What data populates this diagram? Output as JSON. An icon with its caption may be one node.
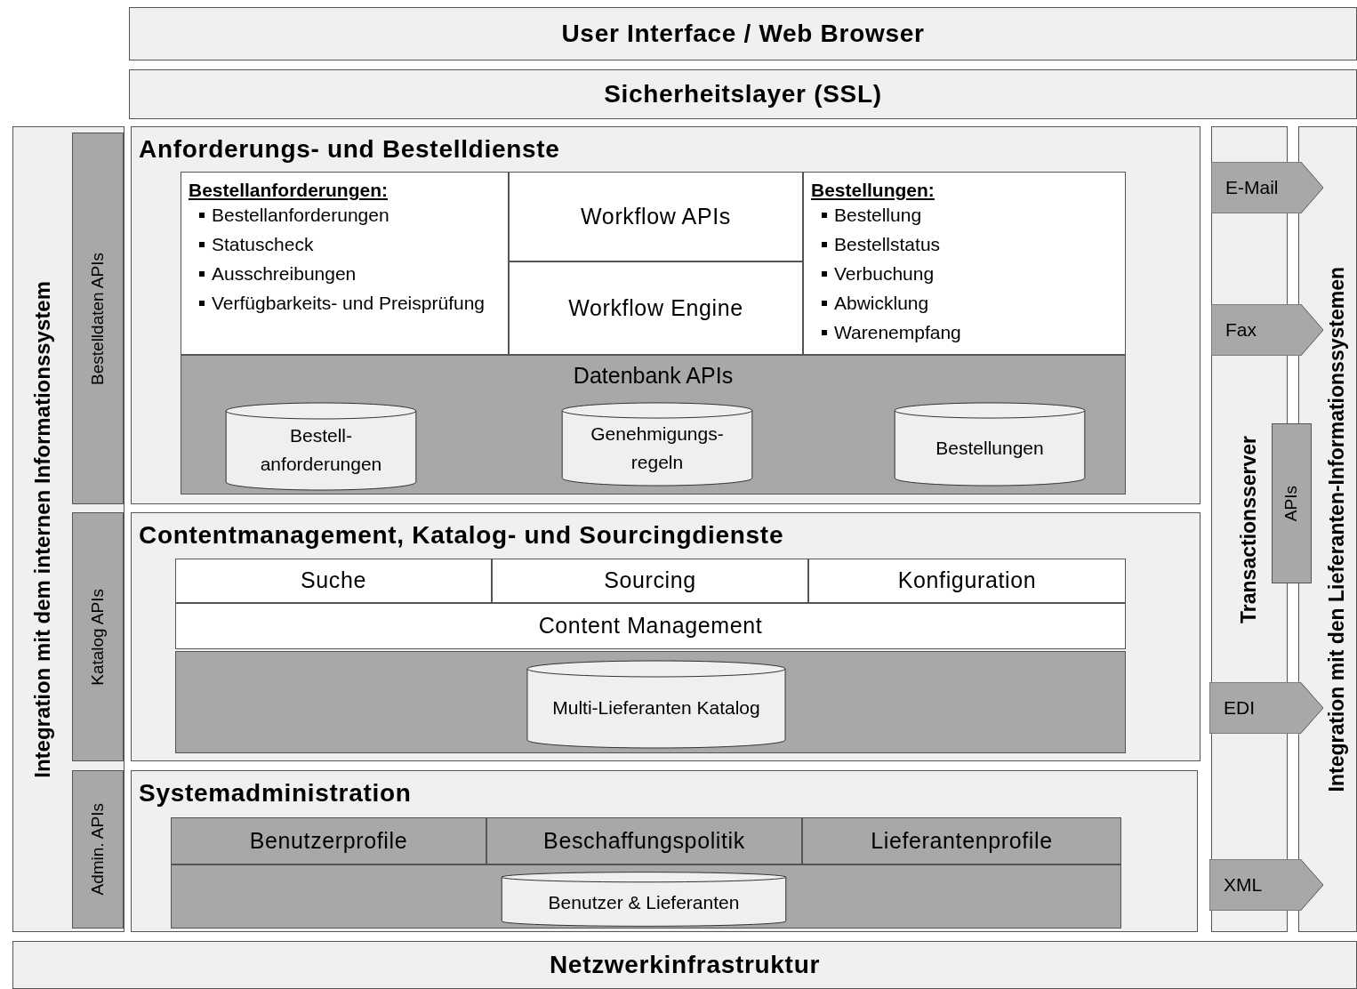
{
  "diagram": {
    "nodes": [
      {
        "text": [
          "User Interface / Web Browser"
        ]
      },
      {
        "text": [
          "Sicherheitslayer (SSL)"
        ]
      },
      {
        "text": [
          "Integration mit dem internen Informationssystem"
        ]
      },
      {
        "text": [
          "Bestelldaten APIs"
        ],
        "in": 2
      },
      {
        "text": [
          "Katalog APIs"
        ],
        "in": 2
      },
      {
        "text": [
          "Admin. APIs"
        ],
        "in": 2
      },
      {
        "text": [
          "Anforderungs- und Bestelldienste"
        ]
      },
      {
        "text": [
          "Bestellanforderungen:",
          "Bestellanforderungen",
          "Statuscheck",
          "Ausschreibungen",
          "Verfügbarkeits- und Preisprüfung"
        ],
        "in": 6
      },
      {
        "text": [
          "Workflow APIs"
        ],
        "in": 6
      },
      {
        "text": [
          "Workflow Engine"
        ],
        "in": 6
      },
      {
        "text": [
          "Bestellungen:",
          "Bestellung",
          "Bestellstatus",
          "Verbuchung",
          "Abwicklung",
          "Warenempfang"
        ],
        "in": 6
      },
      {
        "text": [
          "Datenbank APIs"
        ],
        "in": 6
      },
      {
        "text": [
          "Bestell- anforderungen"
        ],
        "in": 11
      },
      {
        "text": [
          "Genehmigungs- regeln"
        ],
        "in": 11
      },
      {
        "text": [
          "Bestellungen"
        ],
        "in": 11
      },
      {
        "text": [
          "Contentmanagement, Katalog- und Sourcingdienste"
        ]
      },
      {
        "text": [
          "Suche"
        ],
        "in": 15
      },
      {
        "text": [
          "Sourcing"
        ],
        "in": 15
      },
      {
        "text": [
          "Konfiguration"
        ],
        "in": 15
      },
      {
        "text": [
          "Content Management"
        ],
        "in": 15
      },
      {
        "text": [],
        "shape": "box",
        "in": 15
      },
      {
        "text": [
          "Multi-Lieferanten Katalog"
        ],
        "in": 20
      },
      {
        "text": [
          "Systemadministration"
        ]
      },
      {
        "text": [
          "Benutzerprofile"
        ],
        "in": 22
      },
      {
        "text": [
          "Beschaffungspolitik"
        ],
        "in": 22
      },
      {
        "text": [
          "Lieferantenprofile"
        ],
        "in": 22
      },
      {
        "text": [],
        "shape": "box",
        "in": 22
      },
      {
        "text": [
          "Benutzer & Lieferanten"
        ],
        "in": 26
      },
      {
        "text": [
          "Transactionsserver"
        ]
      },
      {
        "text": [
          "Integration mit den Lieferanten-Informationssystemen"
        ]
      },
      {
        "text": [
          "APIs"
        ]
      },
      {
        "text": [
          "E-Mail"
        ]
      },
      {
        "text": [
          "Fax"
        ]
      },
      {
        "text": [
          "EDI"
        ]
      },
      {
        "text": [
          "XML"
        ]
      },
      {
        "text": [
          "Netzwerkinfrastruktur"
        ]
      }
    ],
    "edges": []
  }
}
